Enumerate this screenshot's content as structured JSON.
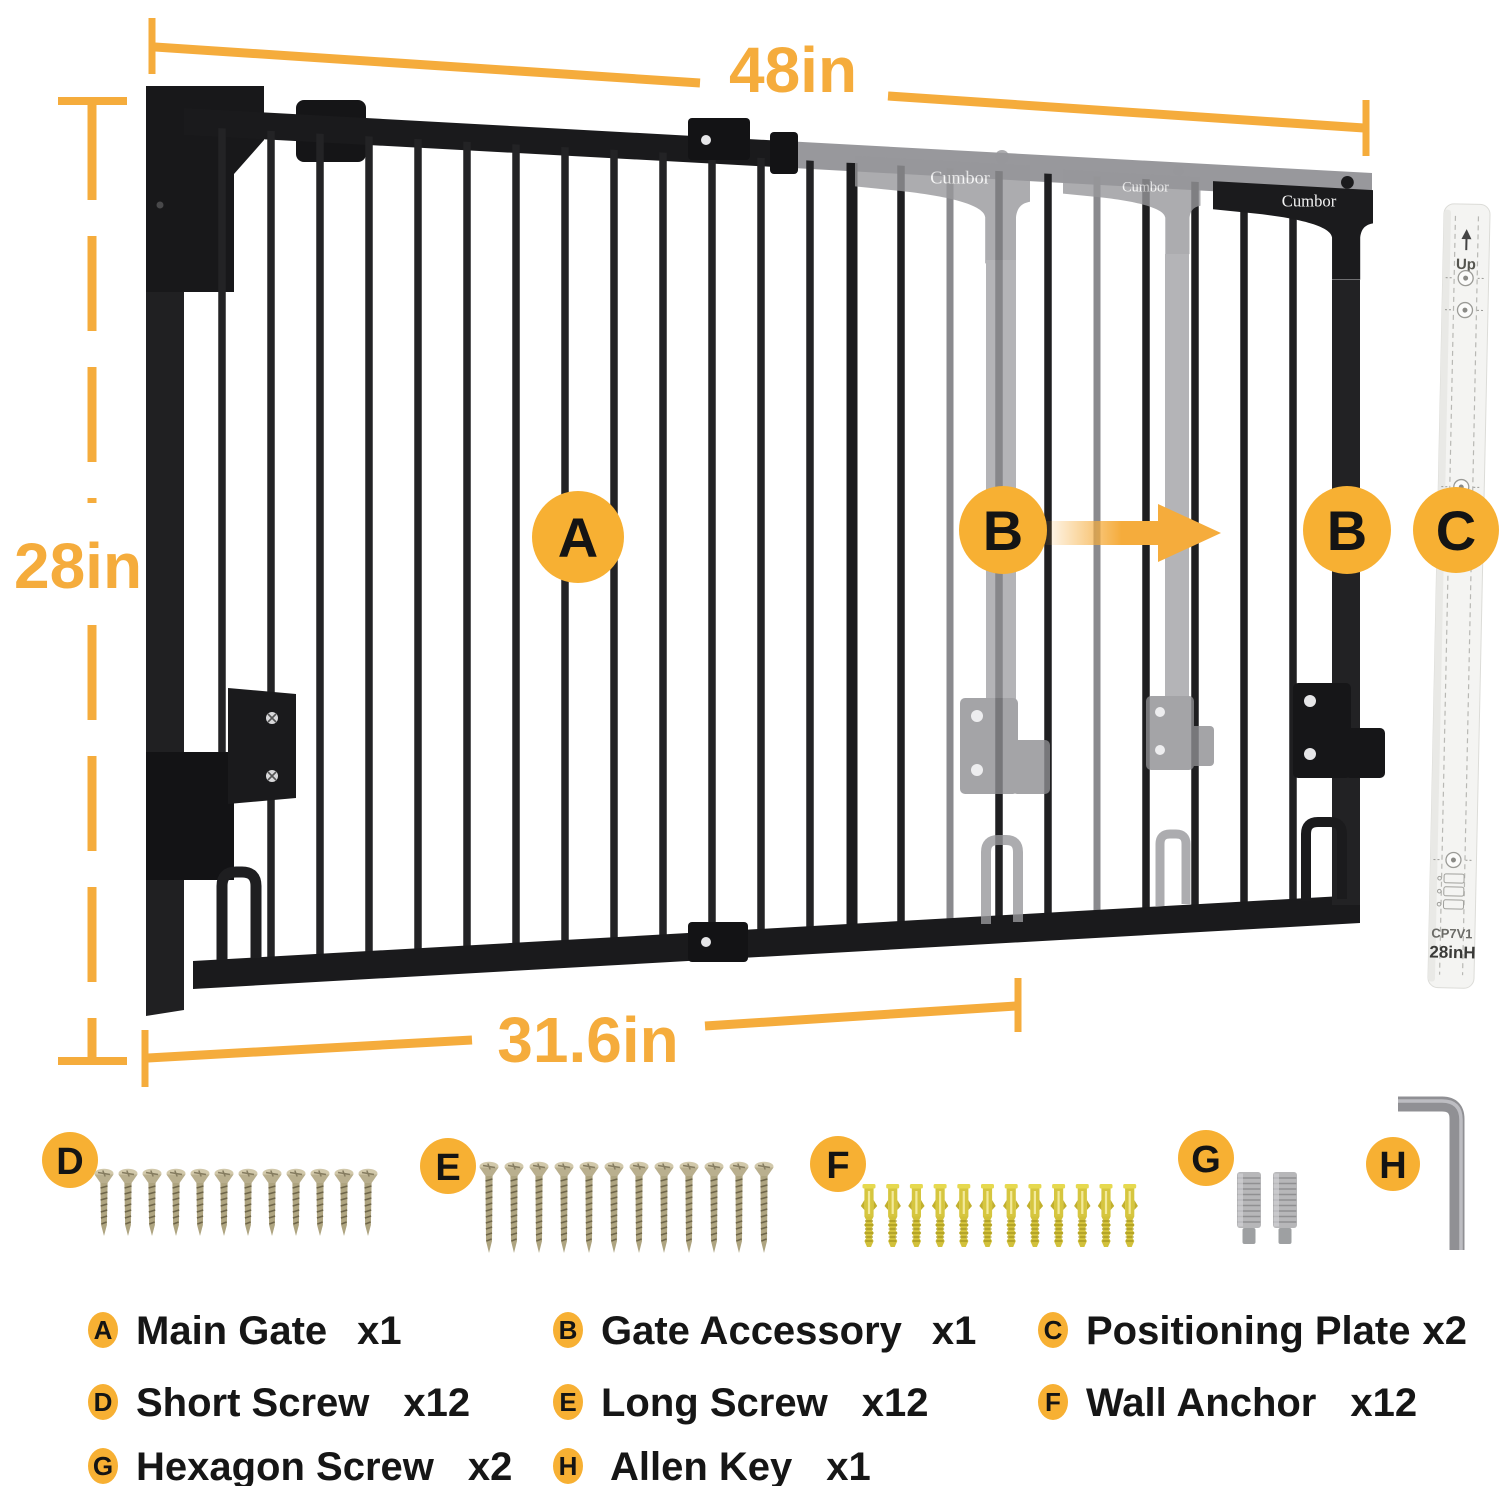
{
  "brand": "Cumbor",
  "accent_color": "#F5AC3C",
  "gate_color": "#1B1B1D",
  "ghost_color": "#98989C",
  "dims": {
    "top": "48in",
    "left": "28in",
    "bottom": "31.6in"
  },
  "plate": {
    "up": "Up",
    "model": "CP7V1",
    "size": "28inH"
  },
  "badges": {
    "a": "A",
    "b": "B",
    "c": "C",
    "d": "D",
    "e": "E",
    "f": "F",
    "g": "G",
    "h": "H"
  },
  "parts": [
    {
      "key": "A",
      "name": "Main Gate",
      "qty": "x1"
    },
    {
      "key": "B",
      "name": "Gate Accessory",
      "qty": "x1"
    },
    {
      "key": "C",
      "name": "Positioning Plate",
      "qty": "x2"
    },
    {
      "key": "D",
      "name": "Short Screw",
      "qty": "x12"
    },
    {
      "key": "E",
      "name": "Long Screw",
      "qty": "x12"
    },
    {
      "key": "F",
      "name": "Wall Anchor",
      "qty": "x12"
    },
    {
      "key": "G",
      "name": "Hexagon Screw",
      "qty": "x2"
    },
    {
      "key": "H",
      "name": "Allen Key",
      "qty": "x1"
    }
  ],
  "hardware_counts": {
    "short_screw": 12,
    "long_screw": 12,
    "wall_anchor": 12,
    "hexagon_screw": 2,
    "allen_key": 1
  }
}
